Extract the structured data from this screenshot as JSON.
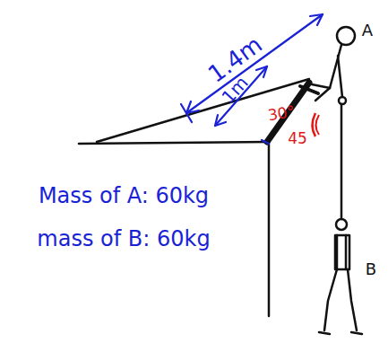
{
  "diagram": {
    "labels": [
      "1.4m",
      "1m",
      "30°",
      "45",
      "A",
      "B",
      "Mass of A: 60kg",
      "mass of B: 60kg"
    ]
  }
}
